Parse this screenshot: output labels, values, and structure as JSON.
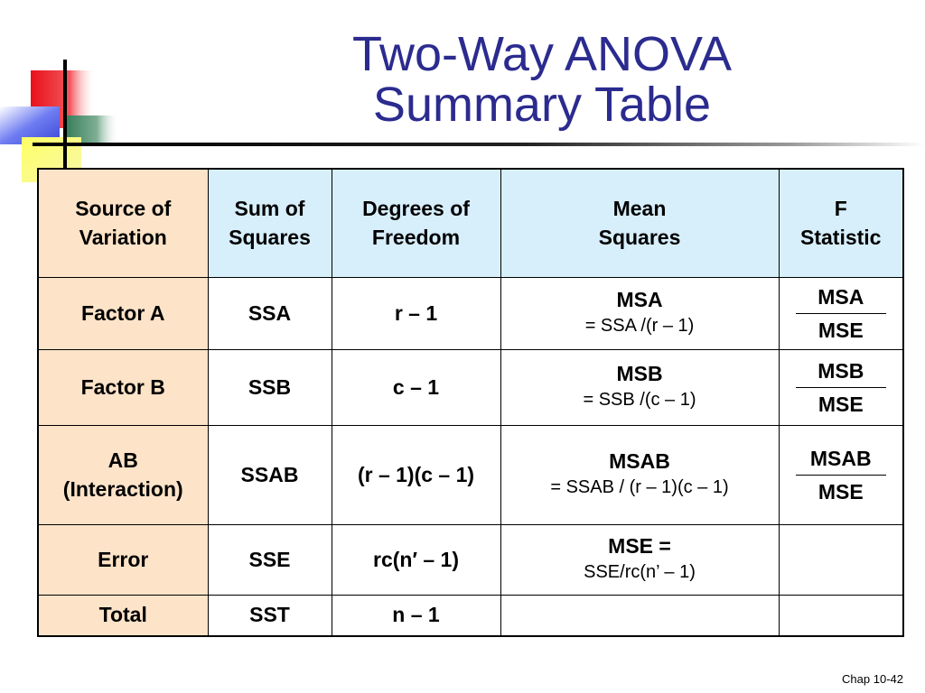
{
  "slide": {
    "title_line1": "Two-Way ANOVA",
    "title_line2": "Summary Table",
    "footer": "Chap 10-42"
  },
  "colors": {
    "title": "#2b2b8f",
    "source_column": "#fde3c8",
    "header_blue": "#d7eefb"
  },
  "table": {
    "headers": {
      "source": [
        "Source of",
        "Variation"
      ],
      "ss": [
        "Sum of",
        "Squares"
      ],
      "df": [
        "Degrees of",
        "Freedom"
      ],
      "ms": [
        "Mean",
        "Squares"
      ],
      "f": [
        "F",
        "Statistic"
      ]
    },
    "rows": [
      {
        "source": [
          "Factor A"
        ],
        "ss": "SSA",
        "df": "r – 1",
        "ms_main": "MSA",
        "ms_sub": "= SSA /(r – 1)",
        "f_num": "MSA",
        "f_den": "MSE"
      },
      {
        "source": [
          "Factor B"
        ],
        "ss": "SSB",
        "df": "c – 1",
        "ms_main": "MSB",
        "ms_sub": "= SSB /(c – 1)",
        "f_num": "MSB",
        "f_den": "MSE"
      },
      {
        "source": [
          "AB",
          "(Interaction)"
        ],
        "ss": "SSAB",
        "df": "(r – 1)(c – 1)",
        "ms_main": "MSAB",
        "ms_sub": "= SSAB / (r – 1)(c – 1)",
        "f_num": "MSAB",
        "f_den": "MSE"
      },
      {
        "source": [
          "Error"
        ],
        "ss": "SSE",
        "df": "rc(n′ – 1)",
        "ms_main": "MSE =",
        "ms_sub": "SSE/rc(n’ – 1)"
      },
      {
        "source": [
          "Total"
        ],
        "ss": "SST",
        "df": "n – 1"
      }
    ]
  }
}
